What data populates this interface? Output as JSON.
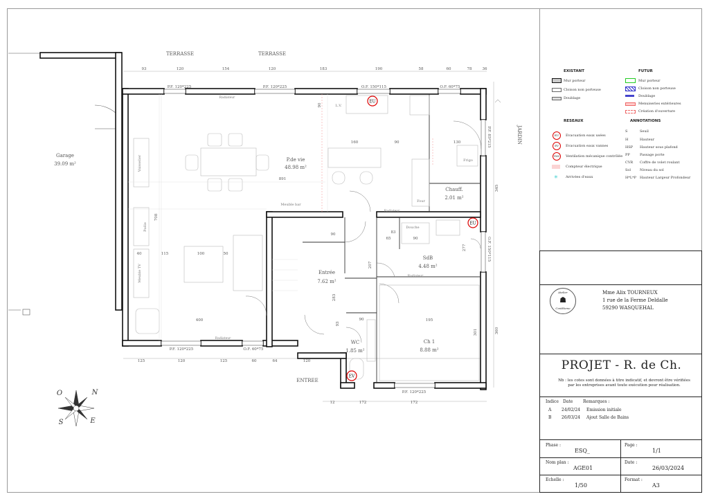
{
  "terrace_labels": [
    "TERRASSE",
    "TERRASSE"
  ],
  "jardin_label": "JARDIN",
  "entree_label": "ENTREE",
  "top_dims": [
    "93",
    "120",
    "154",
    "120",
    "183",
    "190",
    "58",
    "60",
    "78",
    "36"
  ],
  "bottom_dims": [
    "125",
    "120",
    "125",
    "60",
    "64",
    "120",
    "12",
    "172",
    "172"
  ],
  "openings": {
    "pf1": "P.F. 120*225",
    "pf2": "P.F. 120*225",
    "of1": "O.F. 150*115",
    "of2": "O.F. 60*75",
    "pf_right": "P.F. 85*215",
    "of_right": "O.F. 150*115",
    "pf_bottom1": "P.F. 120*225",
    "of_bottom": "O.F. 60*75",
    "pf_bottom2": "P.F. 120*225",
    "radiateur": "Radiateur"
  },
  "rooms": {
    "garage": {
      "name": "Garage",
      "area": "39.09 m²"
    },
    "pdevie": {
      "name": "P.de vie",
      "area": "48.98 m²"
    },
    "chauff": {
      "name": "Chauff.",
      "area": "2.01 m²"
    },
    "sdb": {
      "name": "SdB",
      "area": "4.48 m²"
    },
    "entree": {
      "name": "Entrée",
      "area": "7.62 m²"
    },
    "wc": {
      "name": "WC",
      "area": "1.85 m²"
    },
    "ch1": {
      "name": "Ch 1",
      "area": "8.88 m²"
    }
  },
  "furniture": {
    "lv": "L.V.",
    "frigo": "Frigo",
    "four": "Four",
    "douche": "Douche",
    "vaisselier": "Vaisselier",
    "meuble_bar": "Meuble bar",
    "meuble_tv": "Meuble TV",
    "poele": "Poêle"
  },
  "inner_dims": [
    "891",
    "160",
    "90",
    "130",
    "345",
    "115",
    "100",
    "50",
    "400",
    "40",
    "708",
    "283",
    "90",
    "65",
    "83",
    "90",
    "277",
    "207",
    "90",
    "195",
    "301",
    "360",
    "93",
    "90"
  ],
  "legend": {
    "existant_title": "EXISTANT",
    "existant": [
      "Mur porteur",
      "Cloison non porteuse",
      "Doublage"
    ],
    "futur_title": "FUTUR",
    "futur": [
      "Mur porteur",
      "Cloison non porteuse",
      "Doublage",
      "Menuiseries extérieures",
      "Création d'ouverture"
    ],
    "reseaux_title": "RESEAUX",
    "reseaux": [
      {
        "sym": "EU",
        "label": "Evacuation eaux usées"
      },
      {
        "sym": "EV",
        "label": "Evacuation eaux vannes"
      },
      {
        "sym": "VMC",
        "label": "Ventilation mécanique contrôlée"
      },
      {
        "sym": "",
        "label": "Compteur électrique"
      },
      {
        "sym": "",
        "label": "Arrivées d'eaux"
      }
    ],
    "annotations_title": "ANNOTATIONS",
    "annotations": [
      {
        "abbr": "S",
        "label": "Seuil"
      },
      {
        "abbr": "H",
        "label": "Hauteur"
      },
      {
        "abbr": "HSP",
        "label": "Hauteur sous plafond"
      },
      {
        "abbr": "PP",
        "label": "Passage porte"
      },
      {
        "abbr": "CVR",
        "label": "Coffre de volet roulant"
      },
      {
        "abbr": "Sol",
        "label": "Niveau du sol"
      },
      {
        "abbr": "H*L*P",
        "label": "Hauteur Largeur Profondeur"
      }
    ]
  },
  "symbols": {
    "eu": "EU",
    "ev": "EV"
  },
  "compass": {
    "n": "N",
    "s": "S",
    "e": "E",
    "o": "O"
  },
  "cartouche": {
    "logo_top": "Atelier",
    "logo_bottom": "CostHome",
    "client_name": "Mme Alix TOURNEUX",
    "address1": "1 rue de la Ferme Deldalle",
    "address2": "59290 WASQUEHAL",
    "project_title": "PROJET - R. de Ch.",
    "note": "Nb : les cotes sont données à titre indicatif, et devront être vérifiées par les entreprises avant toute exécution pour réalisation.",
    "rev_headers": [
      "Indice",
      "Date",
      "Remarques :"
    ],
    "revisions": [
      {
        "indice": "A",
        "date": "24/02/24",
        "remark": "Emission initiale"
      },
      {
        "indice": "B",
        "date": "26/03/24",
        "remark": "Ajout Salle de Bains"
      }
    ],
    "phase_label": "Phase :",
    "phase_value": "ESQ_",
    "page_label": "Page :",
    "page_value": "1/1",
    "plan_label": "Nom plan :",
    "plan_value": "AGE01",
    "date_label": "Date :",
    "date_value": "26/03/2024",
    "scale_label": "Echelle :",
    "scale_value": "1/50",
    "format_label": "Format :",
    "format_value": "A3"
  }
}
